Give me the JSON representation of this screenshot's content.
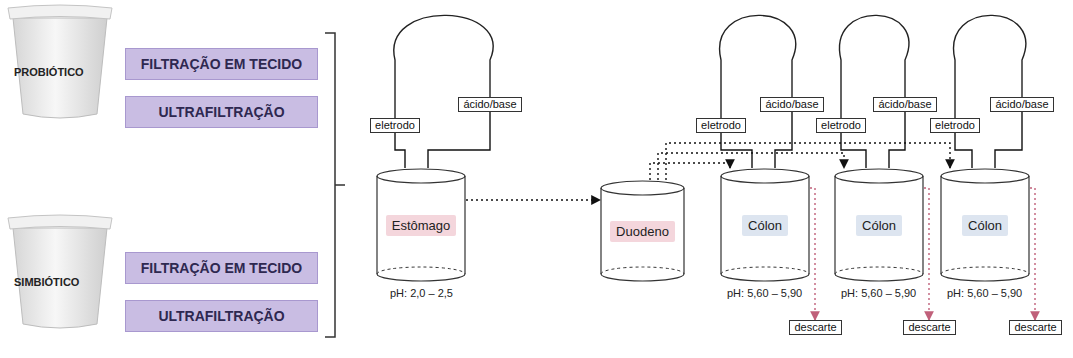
{
  "diagram": {
    "nodes": [
      {
        "text": [
          "PROBIÓTICO"
        ]
      },
      {
        "text": [
          "FILTRAÇÃO EM TECIDO"
        ]
      },
      {
        "text": [
          "ULTRAFILTRAÇÃO"
        ]
      },
      {
        "text": [
          "SIMBIÓTICO"
        ]
      },
      {
        "text": [
          "FILTRAÇÃO EM TECIDO"
        ]
      },
      {
        "text": [
          "ULTRAFILTRAÇÃO"
        ]
      },
      {
        "text": [
          "eletrodo"
        ]
      },
      {
        "text": [
          "ácido/base"
        ]
      },
      {
        "text": [
          "eletrodo"
        ]
      },
      {
        "text": [
          "ácido/base"
        ]
      },
      {
        "text": [
          "eletrodo"
        ]
      },
      {
        "text": [
          "ácido/base"
        ]
      },
      {
        "text": [
          "eletrodo"
        ]
      },
      {
        "text": [
          "ácido/base"
        ]
      },
      {
        "text": [
          "Estômago"
        ]
      },
      {
        "text": [
          "Duodeno"
        ]
      },
      {
        "text": [
          "Cólon"
        ]
      },
      {
        "text": [
          "Cólon"
        ]
      },
      {
        "text": [
          "Cólon"
        ]
      },
      {
        "text": [
          "descarte"
        ]
      },
      {
        "text": [
          "descarte"
        ]
      },
      {
        "text": [
          "descarte"
        ]
      }
    ],
    "edges": [
      {
        "from": 14,
        "to": 15,
        "arrow": "to"
      },
      {
        "from": 15,
        "to": 16,
        "arrow": "to"
      },
      {
        "from": 15,
        "to": 17,
        "arrow": "to"
      },
      {
        "from": 15,
        "to": 18,
        "arrow": "to"
      },
      {
        "from": 16,
        "to": 19,
        "arrow": "to"
      },
      {
        "from": 17,
        "to": 20,
        "arrow": "to"
      },
      {
        "from": 18,
        "to": 21,
        "arrow": "to"
      },
      {
        "from": 6,
        "to": 14,
        "arrow": "none"
      },
      {
        "from": 7,
        "to": 14,
        "arrow": "none"
      },
      {
        "from": 8,
        "to": 16,
        "arrow": "none"
      },
      {
        "from": 9,
        "to": 16,
        "arrow": "none"
      },
      {
        "from": 10,
        "to": 17,
        "arrow": "none"
      },
      {
        "from": 11,
        "to": 17,
        "arrow": "none"
      },
      {
        "from": 12,
        "to": 18,
        "arrow": "none"
      },
      {
        "from": 13,
        "to": 18,
        "arrow": "none"
      }
    ],
    "labels": [
      "pH: 2,0 – 2,5",
      "pH: 5,60 – 5,90",
      "pH: 5,60 – 5,90",
      "pH: 5,60 – 5,90"
    ]
  }
}
